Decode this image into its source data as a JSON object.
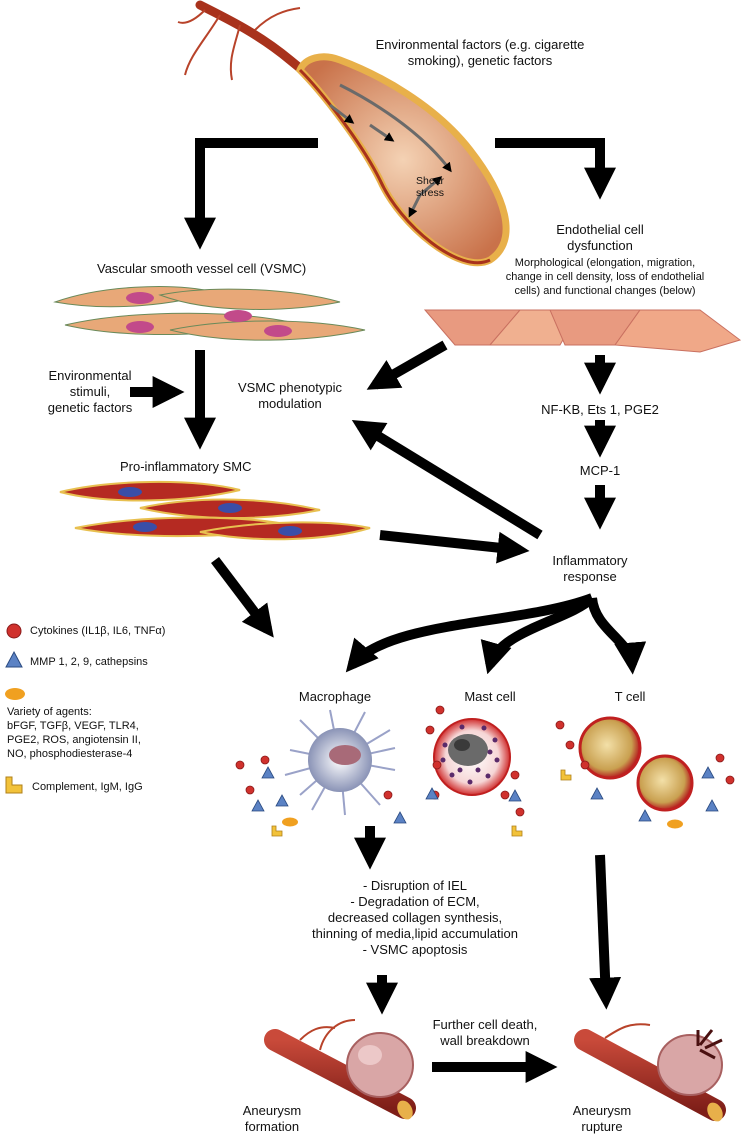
{
  "top": {
    "line1": "Environmental factors (e.g. cigarette",
    "line2": "smoking), genetic factors",
    "shear1": "Shear",
    "shear2": "stress"
  },
  "left": {
    "vsmc_title": "Vascular smooth vessel cell (VSMC)",
    "env1": "Environmental",
    "env2": "stimuli,",
    "env3": "genetic factors",
    "modulation1": "VSMC phenotypic",
    "modulation2": "modulation",
    "pro_smc": "Pro-inflammatory SMC"
  },
  "right": {
    "endo1": "Endothelial cell",
    "endo2": "dysfunction",
    "morph1": "Morphological (elongation, migration,",
    "morph2": "change in cell density, loss of endothelial",
    "morph3": "cells) and functional changes (below)",
    "nfkb": "NF-KB, Ets 1, PGE2",
    "mcp1": "MCP-1",
    "infl1": "Inflammatory",
    "infl2": "response"
  },
  "cells": {
    "macrophage": "Macrophage",
    "mast": "Mast cell",
    "tcell": "T cell"
  },
  "legend": {
    "cytokines": "Cytokines (IL1β, IL6, TNFα)",
    "mmp": "MMP 1, 2, 9, cathepsins",
    "agents1": "Variety of agents:",
    "agents2": "bFGF, TGFβ, VEGF, TLR4,",
    "agents3": "PGE2, ROS, angiotensin II,",
    "agents4": "NO, phosphodiesterase-4",
    "complement": "Complement, IgM, IgG"
  },
  "effects": {
    "l1": "- Disruption of IEL",
    "l2": "- Degradation of ECM,",
    "l3": "decreased collagen synthesis,",
    "l4": "thinning of media,lipid accumulation",
    "l5": "- VSMC apoptosis"
  },
  "bottom": {
    "death1": "Further cell death,",
    "death2": "wall breakdown",
    "formation1": "Aneurysm",
    "formation2": "formation",
    "rupture1": "Aneurysm",
    "rupture2": "rupture"
  },
  "colors": {
    "vessel": "#b8432a",
    "vessel_wall": "#e8b04a",
    "endothelial": "#e89a80",
    "smc_body": "#b52a22",
    "cytokine": "#d0312d",
    "mmp": "#5b82c4",
    "agent": "#f0a020",
    "complement": "#f2c23a",
    "arrow": "#000000"
  }
}
